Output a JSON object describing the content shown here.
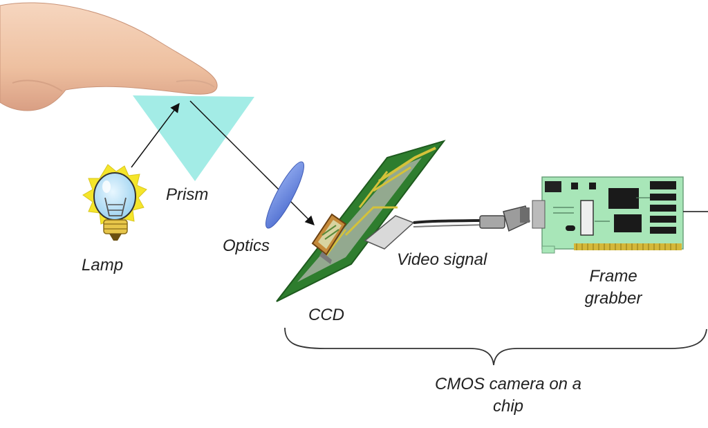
{
  "labels": {
    "lamp": "Lamp",
    "prism": "Prism",
    "optics": "Optics",
    "ccd": "CCD",
    "video_signal": "Video signal",
    "frame_grabber_line1": "Frame",
    "frame_grabber_line2": "grabber",
    "cmos_line1": "CMOS camera on a",
    "cmos_line2": "chip"
  },
  "colors": {
    "prism": "#a3ece6",
    "lens": "#6f8fe0",
    "ccd_board": "#2e7d2e",
    "frame_grabber_board": "#a8e6b8",
    "chip": "#1a1a1a",
    "gold_trace": "#d4c23a",
    "lamp_glow": "#f5e52a",
    "arrow": "#111111",
    "skin": "#f0c7a8"
  },
  "icons": {
    "hand": "pointing-finger-icon",
    "lamp": "light-bulb-icon",
    "prism": "prism-triangle-icon",
    "optics": "lens-icon",
    "ccd": "ccd-circuit-board-icon",
    "cable": "video-cable-icon",
    "frame_grabber": "frame-grabber-card-icon"
  }
}
